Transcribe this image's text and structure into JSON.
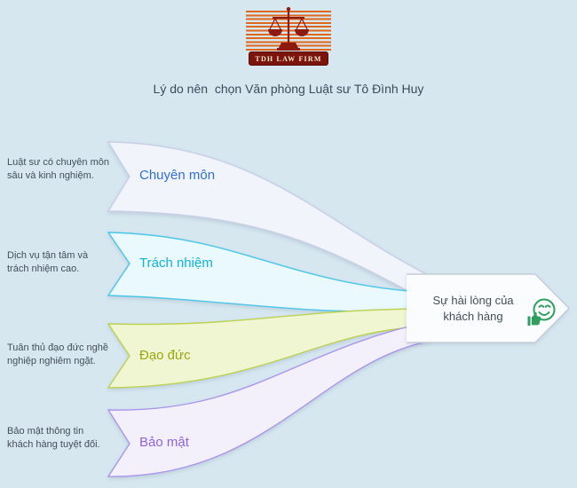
{
  "background_color": "#d6e7f0",
  "logo": {
    "banner_text": "TDH LAW FIRM",
    "stripe_color": "#e0661c",
    "emblem_color": "#8c1a0e",
    "banner_bg": "#7a140c"
  },
  "title": "Lý do nên  chọn Văn phòng Luật sư Tô Đình Huy",
  "bands": [
    {
      "label": "Chuyên môn",
      "desc_line1": "Luật sư có chuyên môn",
      "desc_line2": "sâu và kinh nghiệm.",
      "label_color": "#2f6fd8",
      "fill": "#f1f4fb",
      "stroke": "#c9cfe6"
    },
    {
      "label": "Trách nhiệm",
      "desc_line1": "Dịch vụ tận tâm và",
      "desc_line2": "trách nhiệm cao.",
      "label_color": "#0fb3e0",
      "fill": "#e9f9fe",
      "stroke": "#4cc6e8"
    },
    {
      "label": "Đạo đức",
      "desc_line1": "Tuân thủ đạo đức nghề",
      "desc_line2": "nghiệp nghiêm ngặt.",
      "label_color": "#99a612",
      "fill": "#f0f6d2",
      "stroke": "#bed153"
    },
    {
      "label": "Bảo mật",
      "desc_line1": "Bảo mật thông tin",
      "desc_line2": "khách hàng tuyệt đối.",
      "label_color": "#8d62e3",
      "fill": "#f3f0fc",
      "stroke": "#ab96ea"
    }
  ],
  "result": {
    "line1": "Sự hài lòng của",
    "line2": "khách hàng",
    "fill": "#fbfcfd",
    "stroke": "#c6cbd8",
    "icon": "thumbs-up-smiley-icon",
    "icon_color": "#2f9f5f"
  }
}
